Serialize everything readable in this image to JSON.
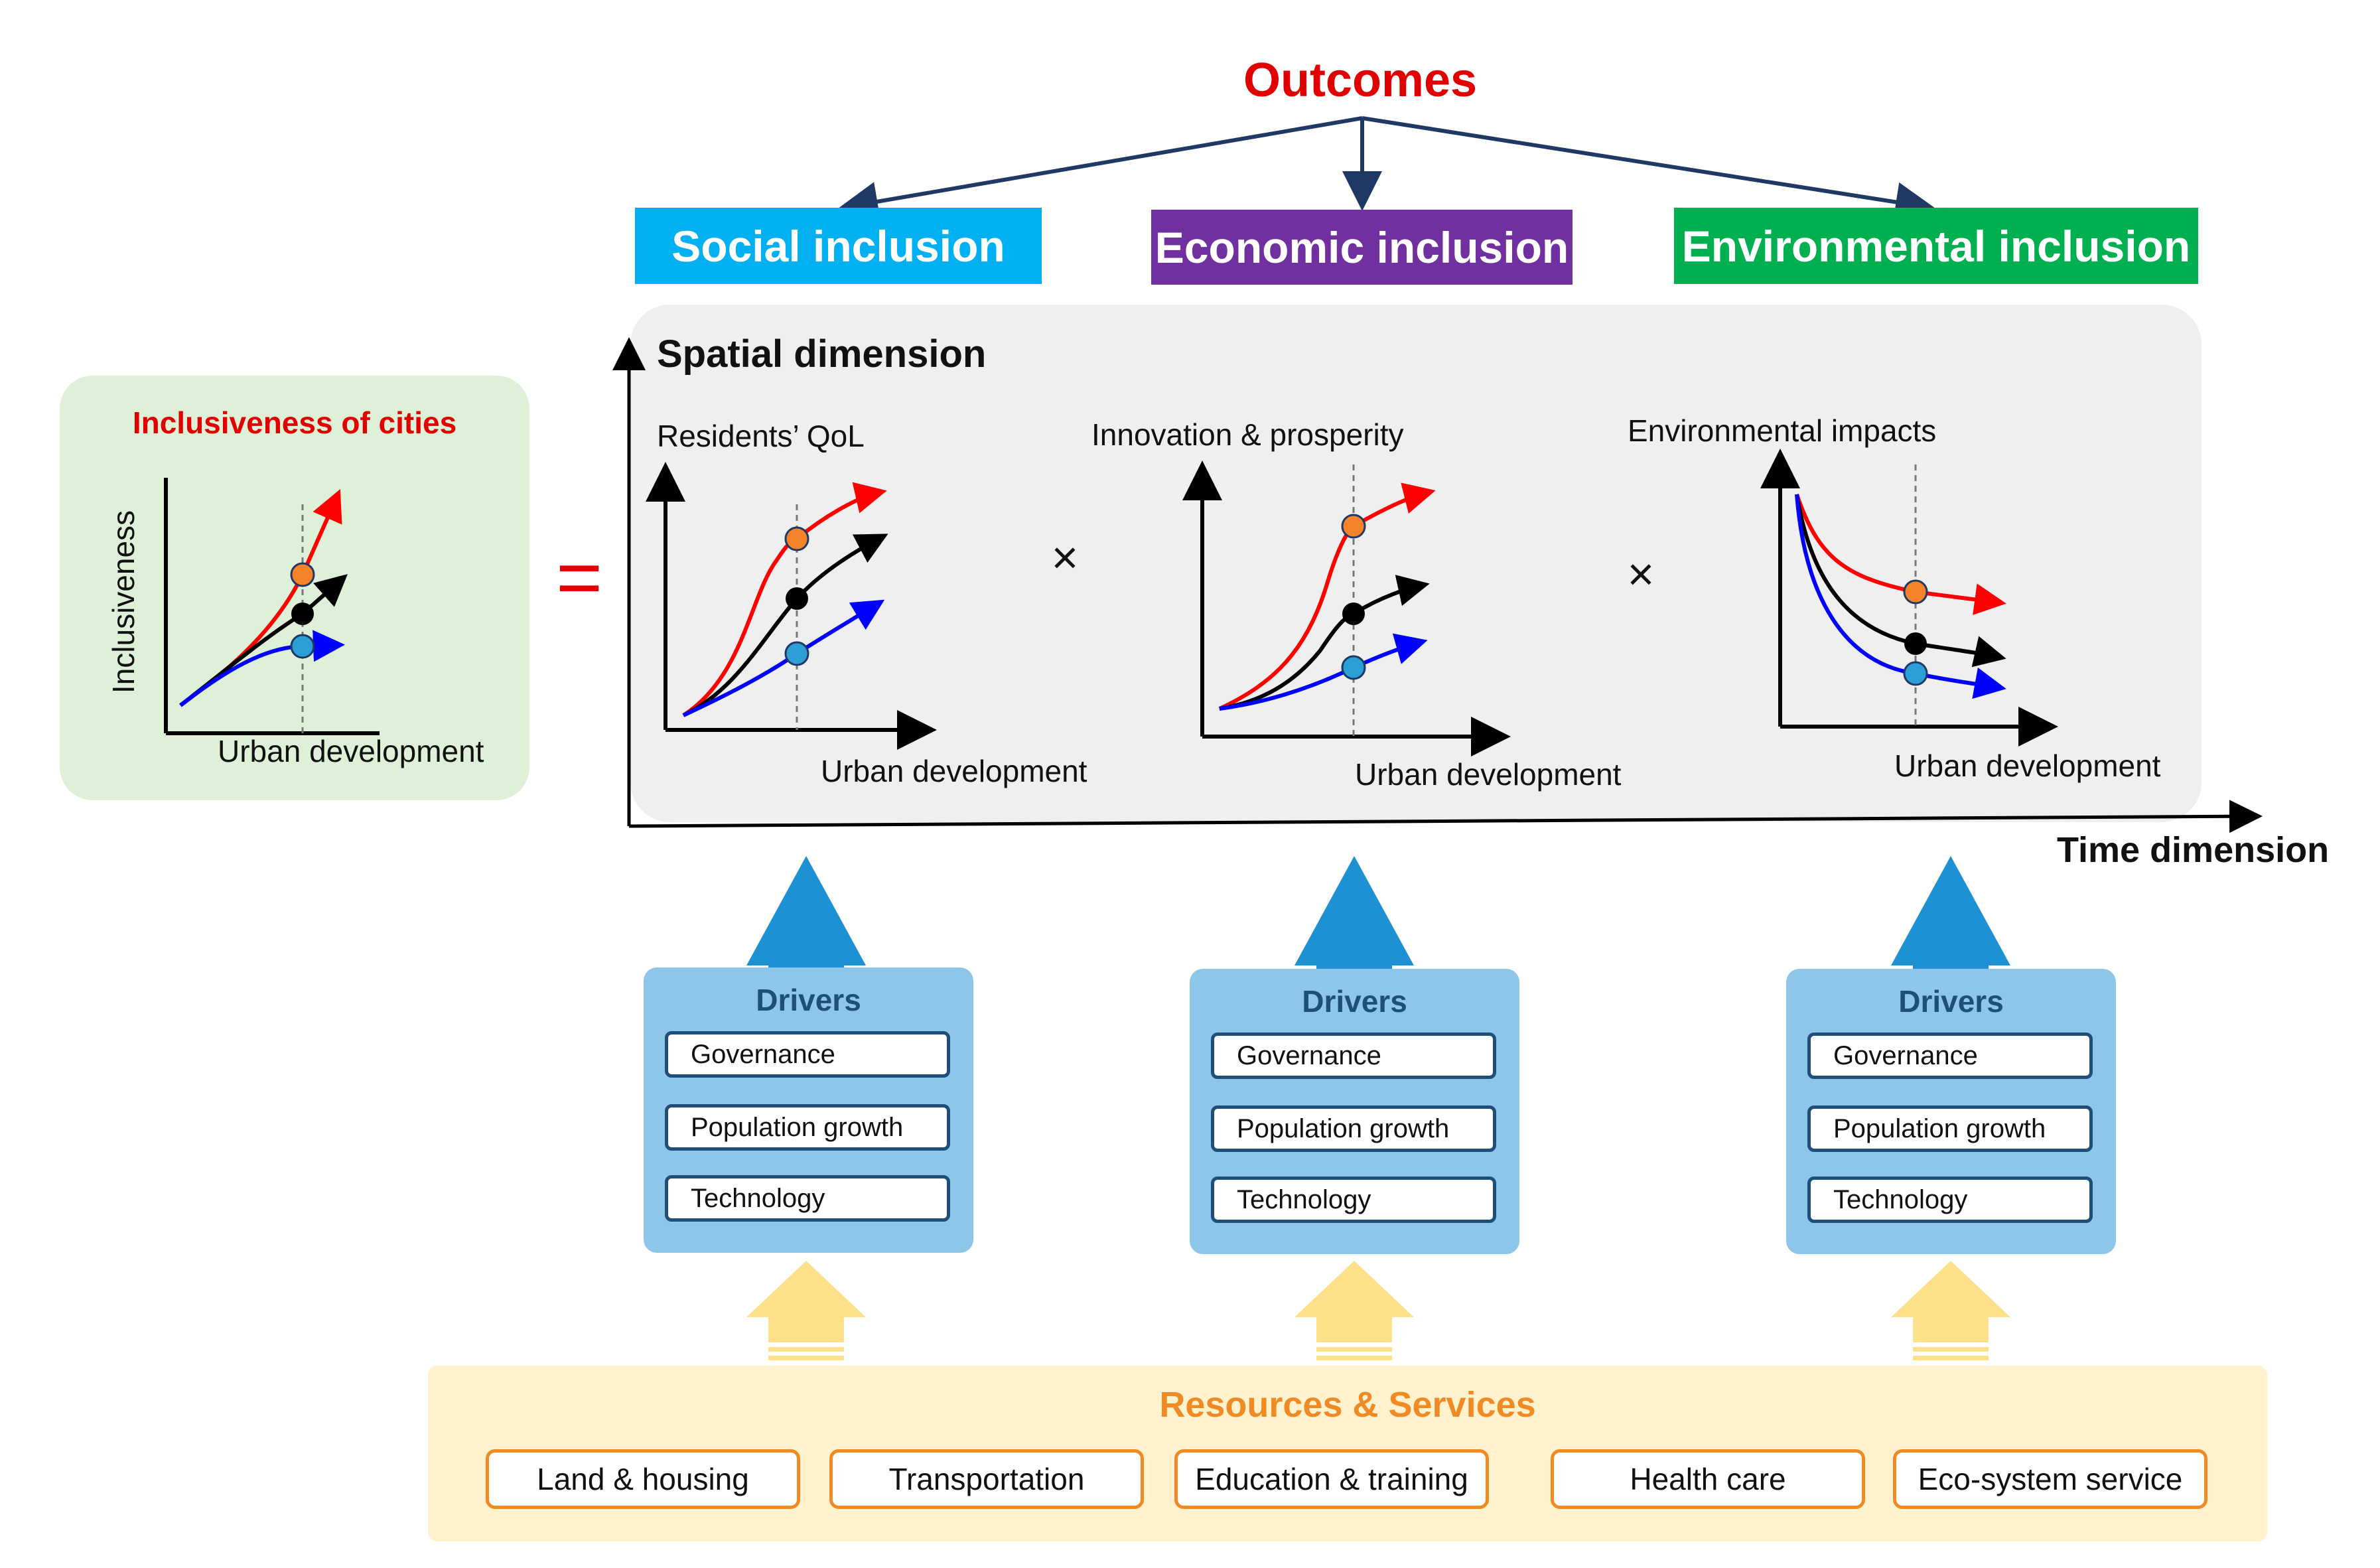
{
  "outcomes_title": "Outcomes",
  "outcome_headers": [
    "Social inclusion",
    "Economic inclusion",
    "Environmental inclusion"
  ],
  "inclusiveness": {
    "title": "Inclusiveness of cities",
    "y_label": "Inclusiveness",
    "x_label": "Urban development"
  },
  "equals": "=",
  "spatial_title": "Spatial dimension",
  "time_label": "Time dimension",
  "charts": [
    {
      "ylabel": "Residents’ QoL",
      "xlabel": "Urban development"
    },
    {
      "ylabel": "Innovation & prosperity",
      "xlabel": "Urban development"
    },
    {
      "ylabel": "Environmental impacts",
      "xlabel": "Urban development"
    }
  ],
  "multiply": "×",
  "drivers": {
    "title": "Drivers",
    "items": [
      "Governance",
      "Population growth",
      "Technology"
    ]
  },
  "resources": {
    "title": "Resources & Services",
    "items": [
      "Land & housing",
      "Transportation",
      "Education & training",
      "Health care",
      "Eco-system service"
    ]
  },
  "colors": {
    "social": "#00b0f0",
    "economic": "#7030a0",
    "environmental": "#00b050",
    "outcomes": "#e00000",
    "navy": "#1f3864",
    "drivers_bg": "#8ec6ea",
    "resources_bg": "#fff2cc",
    "orange": "#f08a24"
  }
}
